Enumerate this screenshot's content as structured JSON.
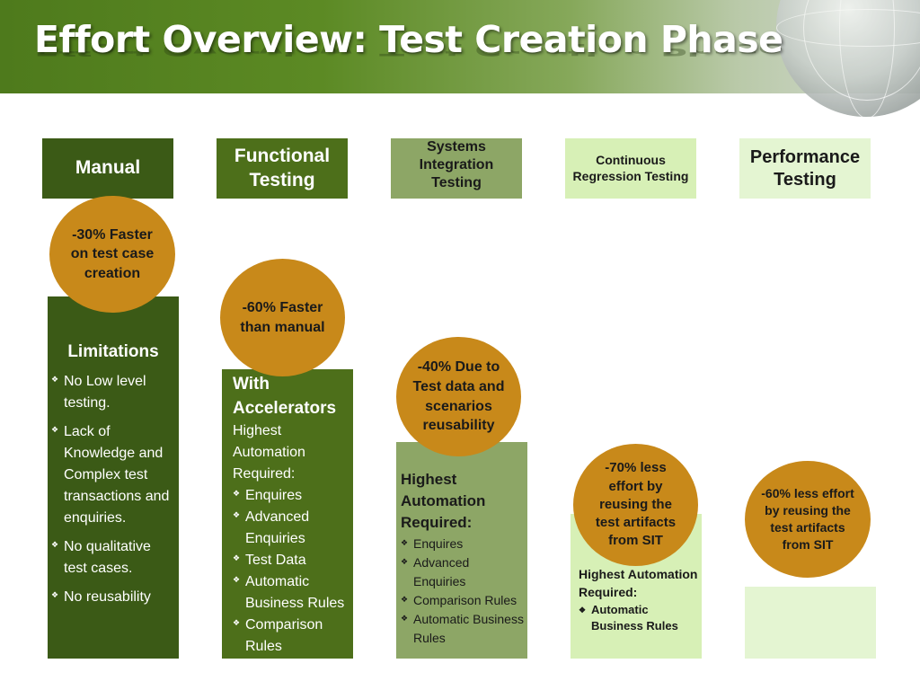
{
  "title": "Effort Overview: Test Creation Phase",
  "colors": {
    "dark_green": "#3b5a16",
    "medium_green": "#4d6f1a",
    "sage": "#8da666",
    "light_green": "#d7f0b6",
    "pale_green": "#e4f5d2",
    "orange": "#c8891a"
  },
  "headers": [
    {
      "label": "Manual"
    },
    {
      "label": "Functional Testing"
    },
    {
      "label": "Systems Integration Testing"
    },
    {
      "label": "Continuous Regression Testing"
    },
    {
      "label": "Performance Testing"
    }
  ],
  "circles": [
    {
      "text": "-30% Faster on test case creation"
    },
    {
      "text": "-60% Faster than manual"
    },
    {
      "text": "-40% Due to Test data and scenarios reusability"
    },
    {
      "text": "-70% less effort by reusing the test artifacts from SIT"
    },
    {
      "text": "-60% less effort by reusing the test artifacts from SIT"
    }
  ],
  "manual_box": {
    "title": "Limitations",
    "items": [
      "No Low level testing.",
      "Lack of Knowledge and Complex test transactions and enquiries.",
      "No qualitative test cases.",
      "No reusability"
    ]
  },
  "functional_box": {
    "title": "With Accelerators",
    "subtitle": "Highest Automation Required:",
    "items": [
      "Enquires",
      "Advanced Enquiries",
      "Test Data",
      "Automatic Business Rules",
      "Comparison Rules"
    ]
  },
  "sit_box": {
    "title": "Highest Automation Required:",
    "items": [
      "Enquires",
      "Advanced Enquiries",
      "Comparison Rules",
      "Automatic Business Rules"
    ]
  },
  "regression_box": {
    "title": "Highest Automation Required:",
    "items": [
      "Automatic Business Rules"
    ]
  }
}
